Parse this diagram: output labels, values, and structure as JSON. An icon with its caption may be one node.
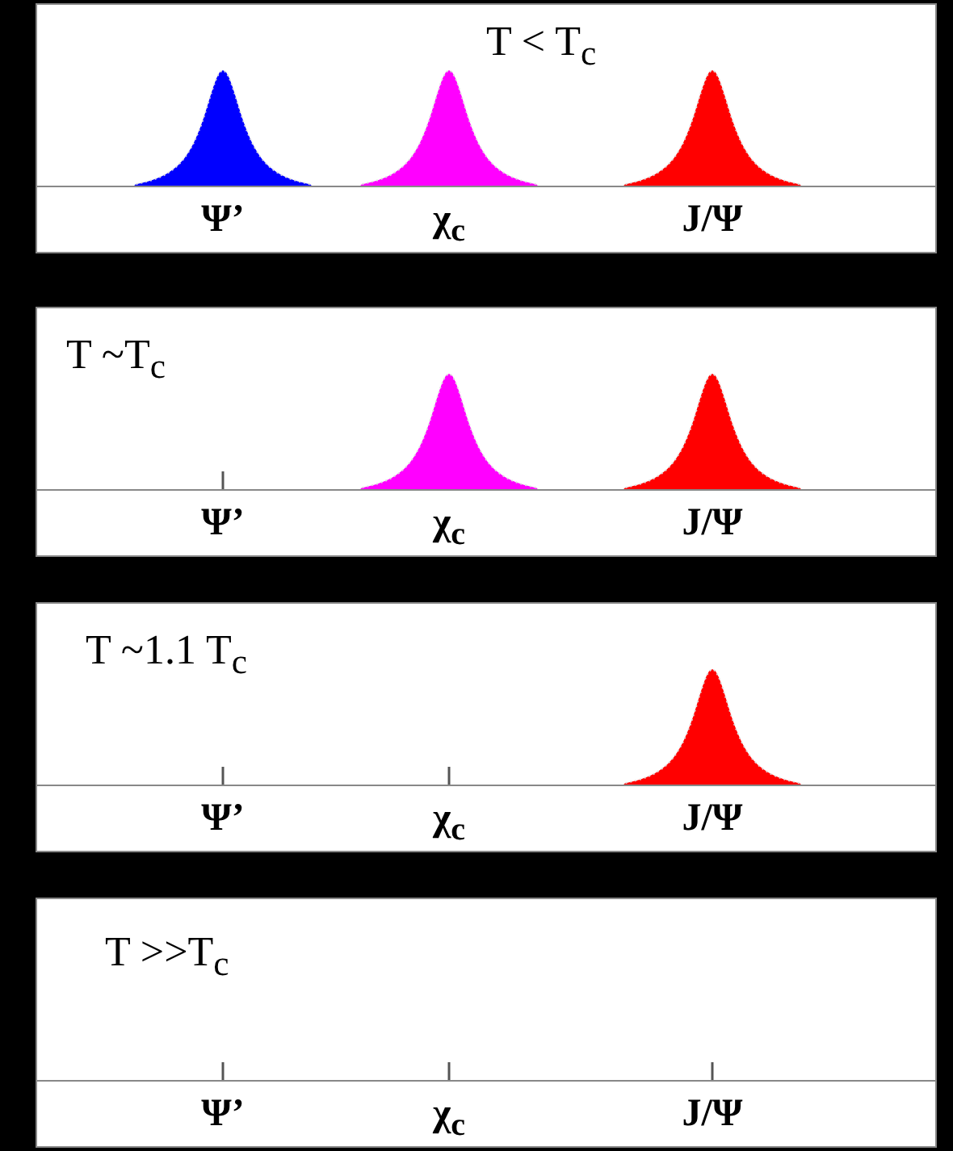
{
  "diagram": {
    "nodes": [
      {
        "text": [
          "T < T$_{c}$"
        ]
      },
      {
        "text": [
          "Ψ’",
          "χ$_{c}$",
          "J/Ψ"
        ],
        "in": 0
      },
      {
        "text": [
          "T ~T$_{c}$"
        ]
      },
      {
        "text": [
          "Ψ’",
          "χ$_{c}$",
          "J/Ψ"
        ],
        "in": 2
      },
      {
        "text": [
          "T ~1.1 T$_{c}$"
        ]
      },
      {
        "text": [
          "Ψ’",
          "χ$_{c}$",
          "J/Ψ"
        ],
        "in": 4
      },
      {
        "text": [
          "T >>T$_{c}$"
        ]
      },
      {
        "text": [
          "Ψ’",
          "χ$_{c}$",
          "J/Ψ"
        ],
        "in": 6
      }
    ]
  }
}
